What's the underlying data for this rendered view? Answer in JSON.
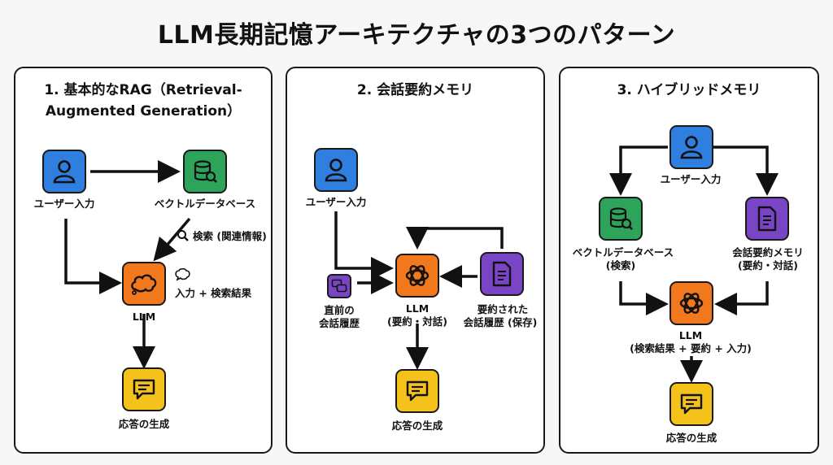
{
  "title": "LLM長期記憶アーキテクチャの3つのパターン",
  "panels": [
    {
      "title_line1": "1. 基本的なRAG（Retrieval-",
      "title_line2": "Augmented Generation）",
      "user_input": "ユーザー入力",
      "vector_db": "ベクトルデータベース",
      "search_note": "検索 (関連情報)",
      "llm": "LLM",
      "input_note": "入力 + 検索結果",
      "response": "応答の生成"
    },
    {
      "title": "2. 会話要約メモリ",
      "user_input": "ユーザー入力",
      "prev_line1": "直前の",
      "prev_line2": "会話履歴",
      "llm_line1": "LLM",
      "llm_line2": "(要約・対話)",
      "summary_line1": "要約された",
      "summary_line2": "会話履歴 (保存)",
      "response": "応答の生成"
    },
    {
      "title": "3. ハイブリッドメモリ",
      "user_input": "ユーザー入力",
      "vector_db_line1": "ベクトルデータベース",
      "vector_db_line2": "(検索)",
      "summary_line1": "会話要約メモリ",
      "summary_line2": "(要約・対話)",
      "llm_line1": "LLM",
      "llm_line2": "(検索結果 + 要約 + 入力)",
      "response": "応答の生成"
    }
  ],
  "colors": {
    "user": "#2f7fe0",
    "database": "#2ea35a",
    "llm": "#f2781e",
    "response": "#f4c21b",
    "memory": "#7a45c4"
  }
}
